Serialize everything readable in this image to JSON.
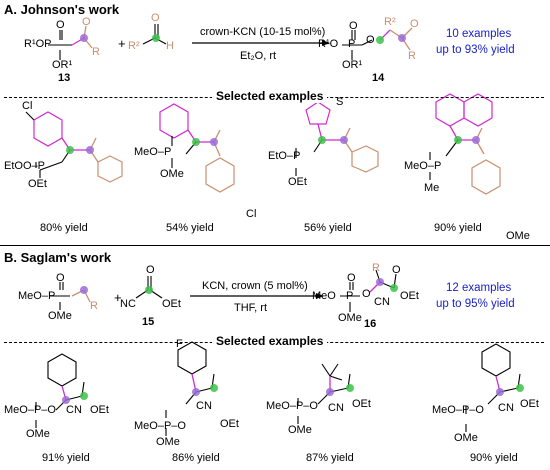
{
  "section_a": {
    "title": "A. Johnson's work",
    "reaction": {
      "reactant_number": "13",
      "product_number": "14",
      "plus": "+",
      "conditions_top": "crown-KCN (10-15 mol%)",
      "conditions_bottom": "Et₂O, rt",
      "examples": "10 examples",
      "yield_range": "up to 93% yield"
    },
    "selected_label": "Selected examples",
    "examples": [
      {
        "yield": "80% yield",
        "substituent": "Cl",
        "ester": "EtO"
      },
      {
        "yield": "54% yield",
        "substituent": "Cl",
        "ester": "MeO"
      },
      {
        "yield": "56% yield",
        "substituent": "S",
        "ester": "EtO"
      },
      {
        "yield": "90% yield",
        "substituent": "OMe",
        "ester": "MeO"
      }
    ]
  },
  "section_b": {
    "title": "B. Saglam's work",
    "reaction": {
      "reactant_number": "15",
      "product_number": "16",
      "plus": "+",
      "conditions_top": "KCN, crown (5 mol%)",
      "conditions_bottom": "THF, rt",
      "examples": "12 examples",
      "yield_range": "up to 95% yield"
    },
    "selected_label": "Selected examples",
    "examples": [
      {
        "yield": "91% yield"
      },
      {
        "yield": "86% yield",
        "substituent": "F"
      },
      {
        "yield": "87% yield"
      },
      {
        "yield": "90% yield"
      }
    ]
  },
  "atoms": {
    "P": "P",
    "O": "O",
    "R": "R",
    "R1": "R¹",
    "R2": "R²",
    "OR1": "OR¹",
    "H": "H",
    "MeO": "MeO",
    "OMe": "OMe",
    "EtO": "EtO",
    "OEt": "OEt",
    "Me": "Me",
    "CN": "CN",
    "NC": "NC",
    "Cl": "Cl",
    "F": "F",
    "S": "S",
    "Et2O": "Et₂O"
  },
  "colors": {
    "purple_atom": "#9b6bd6",
    "green_atom": "#3cc24a",
    "magenta_bond": "#d02bd0",
    "tan_bond": "#c89070",
    "example_text": "#1a22c8"
  }
}
